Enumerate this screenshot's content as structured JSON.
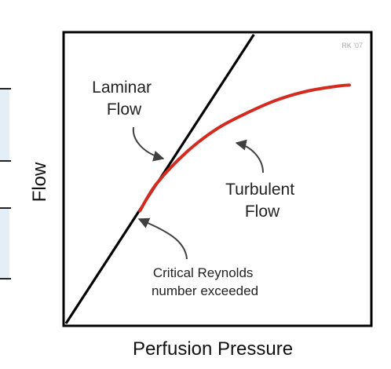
{
  "chart_data": {
    "type": "line",
    "title": "",
    "xlabel": "Perfusion Pressure",
    "ylabel": "Flow",
    "xlim": [
      0,
      10
    ],
    "ylim": [
      0,
      10
    ],
    "grid": false,
    "legend": "none",
    "watermark": "RK '07",
    "series": [
      {
        "label": "Laminar\nFlow",
        "color": "#000000",
        "x": [
          0,
          6.2
        ],
        "y": [
          0,
          10
        ]
      },
      {
        "label": "Turbulent\nFlow",
        "color": "#d42b20",
        "x": [
          2.44,
          3.0,
          4.0,
          5.0,
          6.0,
          7.0,
          8.0,
          9.0,
          9.35
        ],
        "y": [
          3.9,
          4.85,
          5.95,
          6.75,
          7.3,
          7.75,
          8.05,
          8.22,
          8.25
        ]
      }
    ],
    "annotations": [
      {
        "text": "Laminar\nFlow",
        "target": "Laminar Flow"
      },
      {
        "text": "Turbulent\nFlow",
        "target": "Turbulent Flow"
      },
      {
        "text": "Critical Reynolds\nnumber exceeded",
        "target": "departure point"
      }
    ]
  },
  "colors": {
    "laminar": "#000000",
    "turbulent": "#d42b20",
    "frame": "#000000",
    "arrow": "#404040",
    "strip_fill": "#e4eef7"
  }
}
